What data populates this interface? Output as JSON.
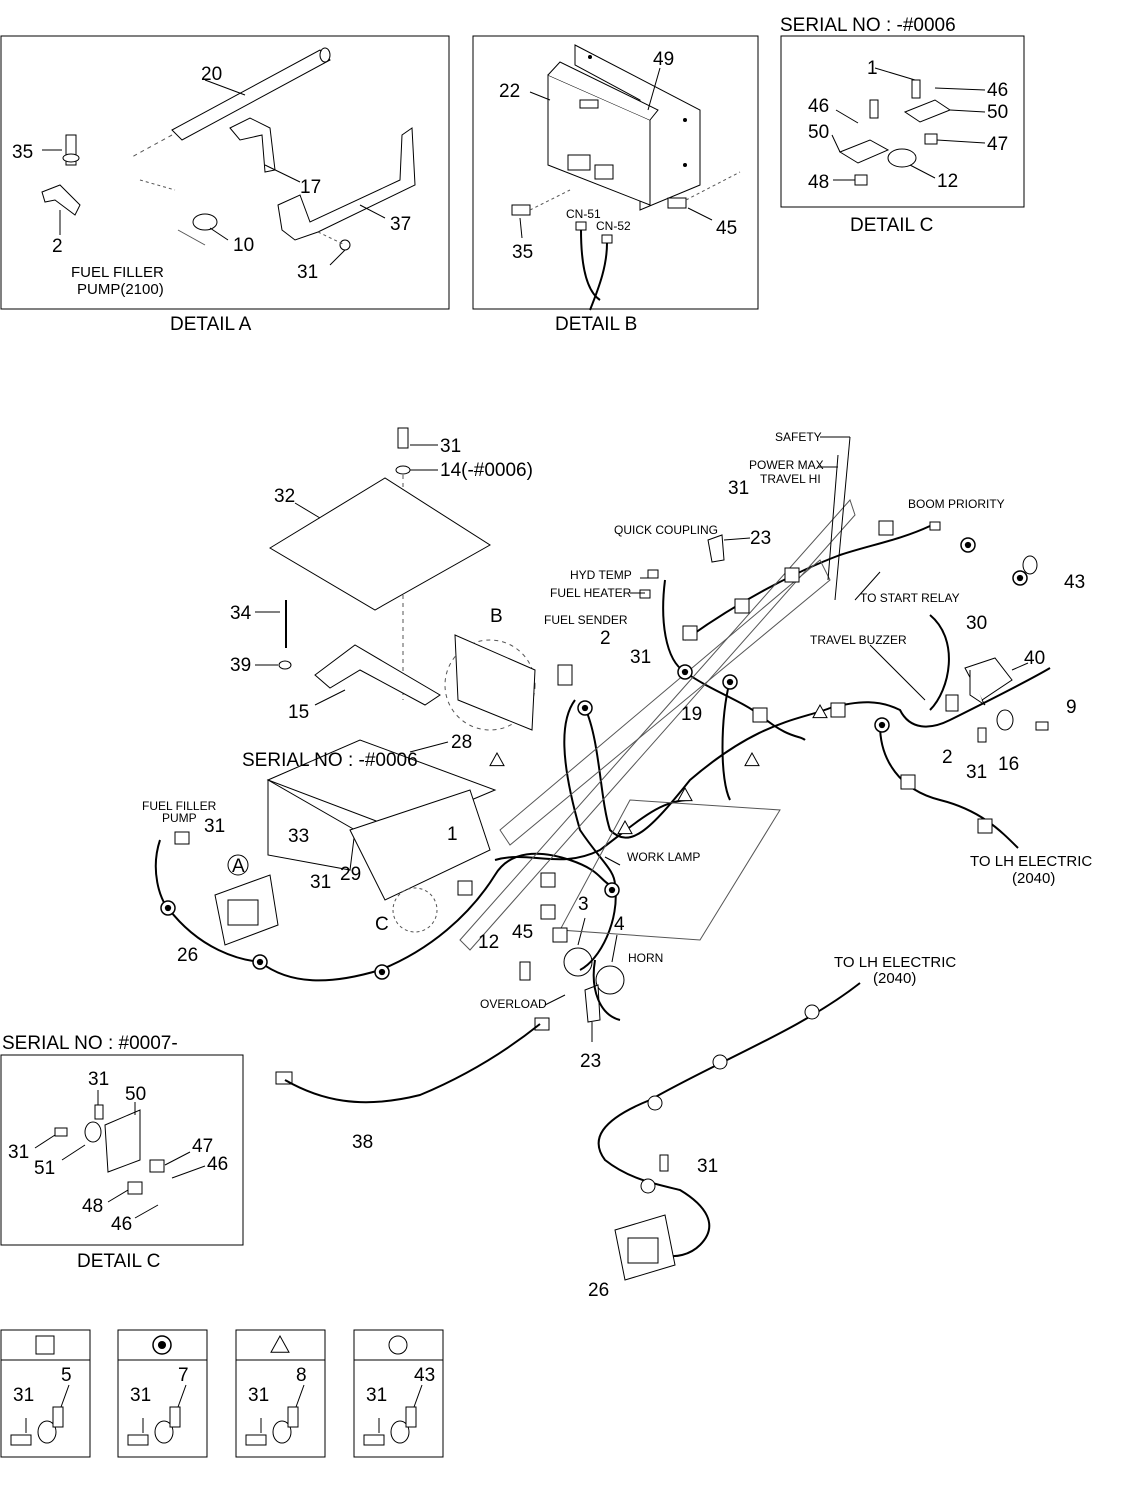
{
  "detail_a": {
    "title": "DETAIL  A",
    "caption_line1": "FUEL FILLER",
    "caption_line2": "PUMP(2100)",
    "callouts": [
      "20",
      "35",
      "17",
      "37",
      "2",
      "10",
      "31"
    ]
  },
  "detail_b": {
    "title": "DETAIL  B",
    "callouts": [
      "49",
      "22",
      "35",
      "45"
    ],
    "connectors": [
      "CN-51",
      "CN-52"
    ]
  },
  "detail_c_top": {
    "serial": "SERIAL NO : -#0006",
    "title": "DETAIL  C",
    "callouts": [
      "1",
      "46",
      "46",
      "50",
      "50",
      "47",
      "48",
      "12"
    ]
  },
  "detail_c_bottom": {
    "serial": "SERIAL NO : #0007-",
    "title": "DETAIL  C",
    "callouts": [
      "31",
      "50",
      "31",
      "51",
      "47",
      "46",
      "48",
      "46"
    ]
  },
  "main": {
    "labels": {
      "safety": "SAFETY",
      "power_max": "POWER MAX",
      "travel_hi": "TRAVEL HI",
      "boom_priority": "BOOM PRIORITY",
      "quick_coupling": "QUICK COUPLING",
      "hyd_temp": "HYD TEMP",
      "fuel_heater": "FUEL HEATER",
      "fuel_sender": "FUEL SENDER",
      "to_start_relay": "TO START RELAY",
      "travel_buzzer": "TRAVEL BUZZER",
      "fuel_filler_1": "FUEL FILLER",
      "fuel_filler_2": "PUMP",
      "serial_mid": "SERIAL NO : -#0006",
      "work_lamp": "WORK LAMP",
      "horn": "HORN",
      "overload": "OVERLOAD",
      "to_lh_1": "TO LH ELECTRIC",
      "to_lh_1b": "(2040)",
      "to_lh_2": "TO LH ELECTRIC",
      "to_lh_2b": "(2040)",
      "detail_ref_a": "A",
      "detail_ref_b": "B",
      "detail_ref_c": "C"
    },
    "callouts": {
      "c31_top": "31",
      "c14": "14(-#0006)",
      "c32": "32",
      "c34": "34",
      "c39": "39",
      "c15": "15",
      "c28": "28",
      "c33": "33",
      "c1": "1",
      "c29": "29",
      "c31_a": "31",
      "c31_b": "31",
      "c26_a": "26",
      "c12": "12",
      "c45": "45",
      "c3": "3",
      "c4": "4",
      "c23_a": "23",
      "c23_b": "23",
      "c31_c": "31",
      "c2_a": "2",
      "c31_d": "31",
      "c19": "19",
      "c30": "30",
      "c40": "40",
      "c9": "9",
      "c2_b": "2",
      "c31_e": "31",
      "c16": "16",
      "c43": "43",
      "c38": "38",
      "c31_f": "31",
      "c26_b": "26",
      "c31_g": "31"
    }
  },
  "legend": [
    {
      "symbol": "square",
      "bolt": "31",
      "clip": "5"
    },
    {
      "symbol": "dot-circle",
      "bolt": "31",
      "clip": "7"
    },
    {
      "symbol": "triangle",
      "bolt": "31",
      "clip": "8"
    },
    {
      "symbol": "circle",
      "bolt": "31",
      "clip": "43"
    }
  ]
}
